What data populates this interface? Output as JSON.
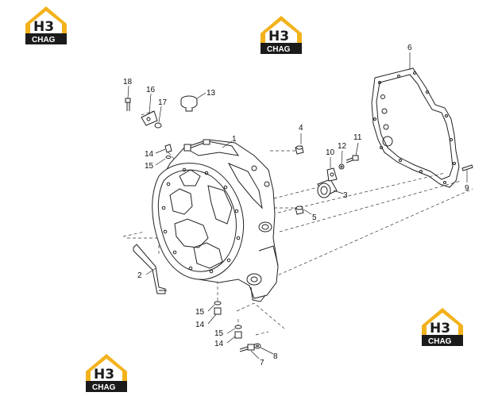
{
  "logo": {
    "mark": "H3",
    "word": "CHAG",
    "colors": {
      "yellow": "#f3b21c",
      "black": "#1b1b1b",
      "white": "#ffffff"
    }
  },
  "parts": [
    {
      "id": "p1",
      "number": "1"
    },
    {
      "id": "p2",
      "number": "2"
    },
    {
      "id": "p3",
      "number": "3"
    },
    {
      "id": "p4",
      "number": "4"
    },
    {
      "id": "p5",
      "number": "5"
    },
    {
      "id": "p6",
      "number": "6"
    },
    {
      "id": "p7",
      "number": "7"
    },
    {
      "id": "p8",
      "number": "8"
    },
    {
      "id": "p9",
      "number": "9"
    },
    {
      "id": "p10",
      "number": "10"
    },
    {
      "id": "p11",
      "number": "11"
    },
    {
      "id": "p12",
      "number": "12"
    },
    {
      "id": "p13",
      "number": "13"
    },
    {
      "id": "p14a",
      "number": "14"
    },
    {
      "id": "p14b",
      "number": "14"
    },
    {
      "id": "p14c",
      "number": "14"
    },
    {
      "id": "p15a",
      "number": "15"
    },
    {
      "id": "p15b",
      "number": "15"
    },
    {
      "id": "p15c",
      "number": "15"
    },
    {
      "id": "p16",
      "number": "16"
    },
    {
      "id": "p17",
      "number": "17"
    },
    {
      "id": "p18",
      "number": "18"
    }
  ]
}
